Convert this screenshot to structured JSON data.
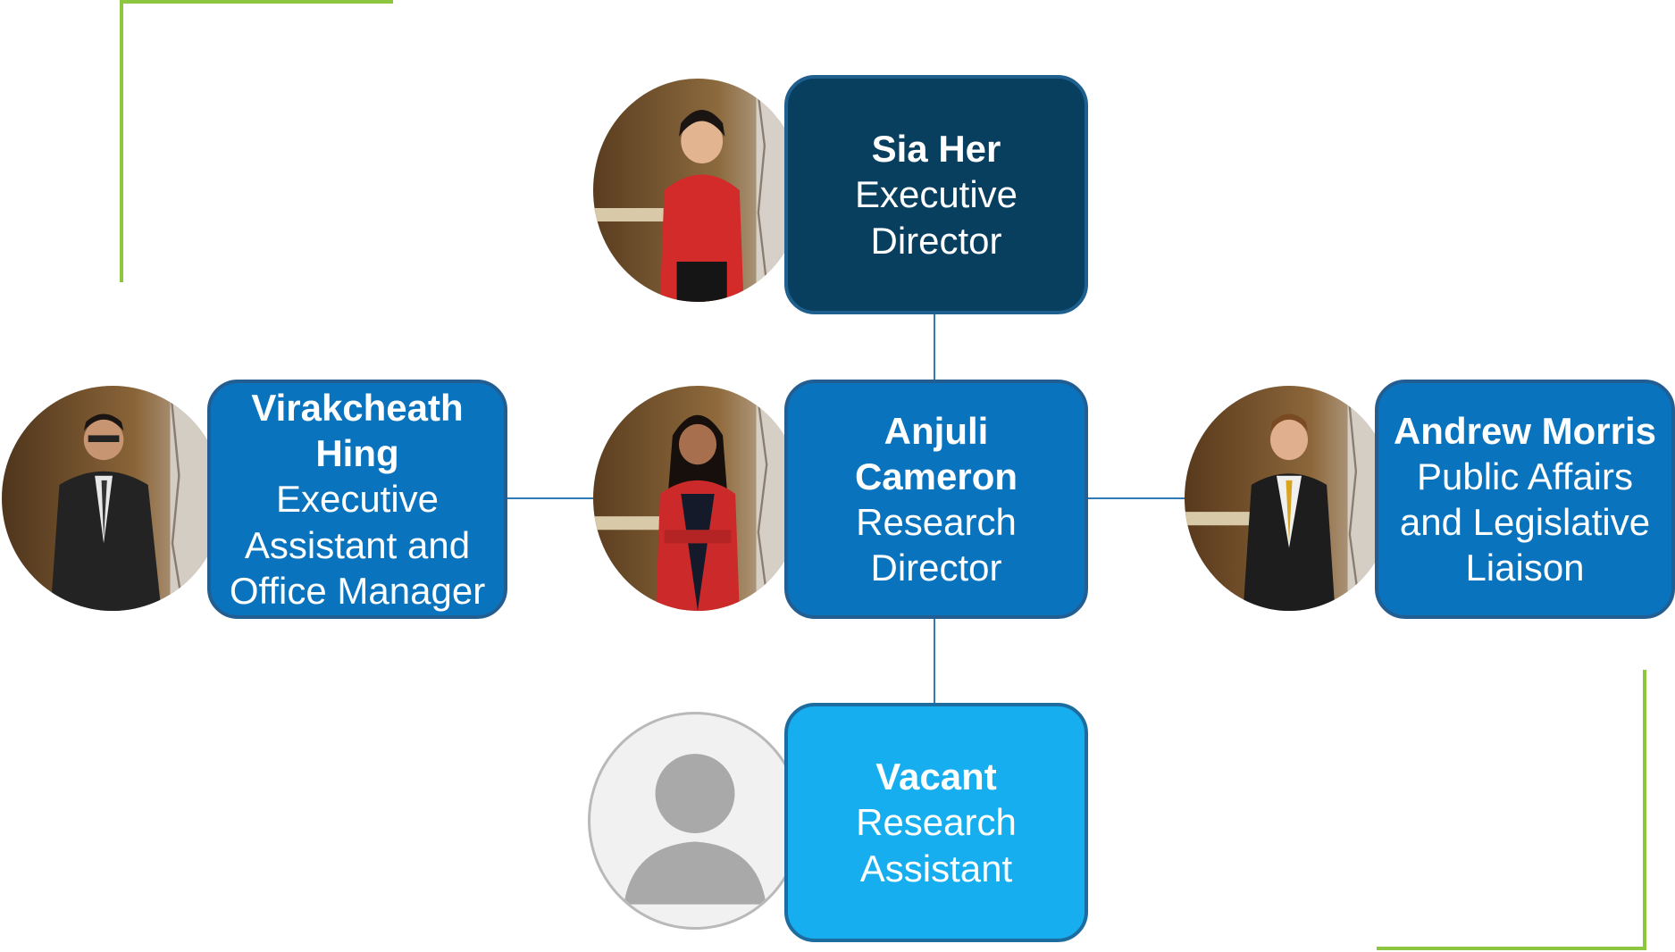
{
  "colors": {
    "accent_green": "#8dc63f",
    "connector_blue": "#2f7bb7",
    "executive_box": "#083f5f",
    "staff_box": "#0a73bd",
    "vacant_box": "#16aeef"
  },
  "nodes": {
    "executive": {
      "name": "Sia Her",
      "title_line1": "Executive",
      "title_line2": "Director"
    },
    "research_director": {
      "name_line1": "Anjuli",
      "name_line2": "Cameron",
      "title_line1": "Research",
      "title_line2": "Director"
    },
    "exec_assistant": {
      "name_line1": "Virakcheath",
      "name_line2": "Hing",
      "title_line1": "Executive",
      "title_line2": "Assistant and",
      "title_line3": "Office Manager"
    },
    "public_affairs": {
      "name": "Andrew Morris",
      "title_line1": "Public Affairs",
      "title_line2": "and Legislative",
      "title_line3": "Liaison"
    },
    "vacant": {
      "name": "Vacant",
      "title_line1": "Research",
      "title_line2": "Assistant"
    }
  },
  "icons": {
    "placeholder_avatar": "user-silhouette-icon"
  }
}
